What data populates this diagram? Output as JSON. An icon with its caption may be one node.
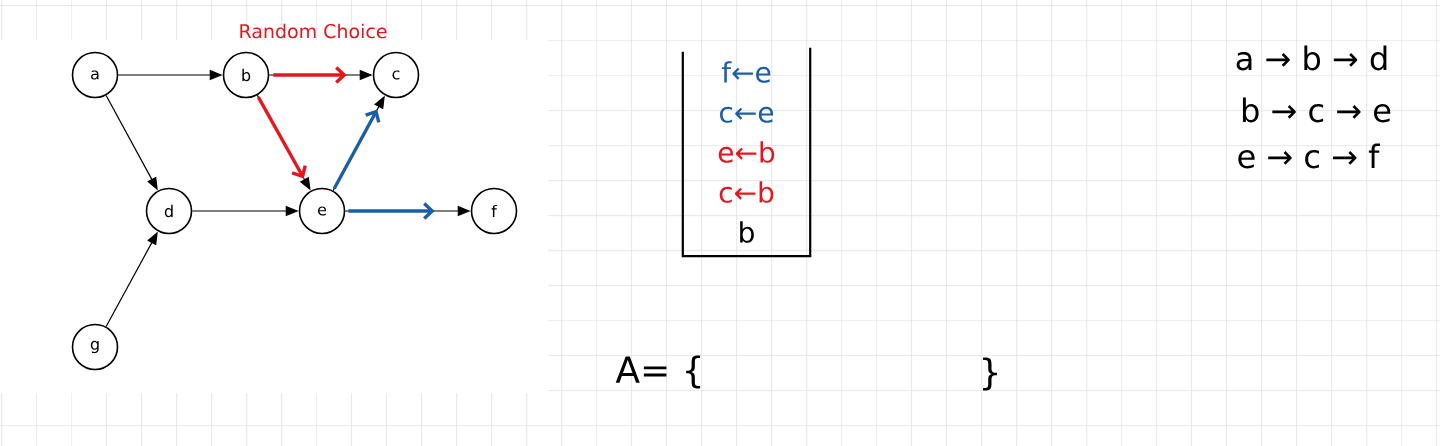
{
  "diagram": {
    "nodes": [
      {
        "text": [
          "a"
        ]
      },
      {
        "text": [
          "b"
        ]
      },
      {
        "text": [
          "c"
        ]
      },
      {
        "text": [
          "d"
        ]
      },
      {
        "text": [
          "e"
        ]
      },
      {
        "text": [
          "f"
        ]
      },
      {
        "text": [
          "g"
        ]
      },
      {
        "text": [
          "f←e",
          "c←e",
          "e←b",
          "c←b",
          "b"
        ]
      }
    ],
    "edges": [
      {
        "from": 0,
        "to": 1,
        "arrow": "to"
      },
      {
        "from": 1,
        "to": 2,
        "arrow": "to"
      },
      {
        "from": 1,
        "to": 2,
        "arrow": "to",
        "style": "thick",
        "color": "#e5161e"
      },
      {
        "from": 0,
        "to": 3,
        "arrow": "to"
      },
      {
        "from": 1,
        "to": 4,
        "arrow": "to"
      },
      {
        "from": 1,
        "to": 4,
        "arrow": "to",
        "style": "thick",
        "color": "#e5161e"
      },
      {
        "from": 4,
        "to": 2,
        "arrow": "to"
      },
      {
        "from": 4,
        "to": 2,
        "arrow": "to",
        "style": "thick",
        "color": "#1b5ea8"
      },
      {
        "from": 3,
        "to": 4,
        "arrow": "to"
      },
      {
        "from": 4,
        "to": 5,
        "arrow": "to"
      },
      {
        "from": 4,
        "to": 5,
        "arrow": "to",
        "style": "thick",
        "color": "#1b5ea8"
      },
      {
        "from": 6,
        "to": 3,
        "arrow": "to"
      }
    ],
    "labels": [
      "Random Choice",
      "a → b → d",
      "b → c → e",
      "e → c → f",
      "A= {",
      "}"
    ]
  }
}
